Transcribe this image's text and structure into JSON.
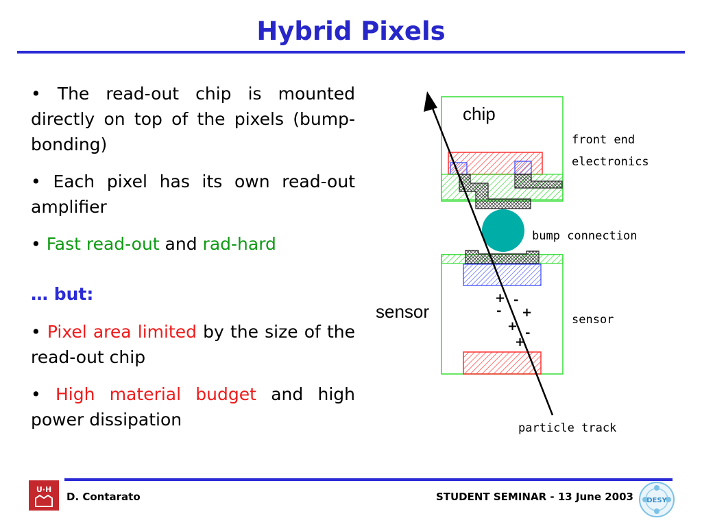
{
  "slide": {
    "title": "Hybrid Pixels"
  },
  "bullets": {
    "b1": {
      "dot": "•",
      "text": "The read-out chip is mounted directly on top of the pixels (bump-bonding)"
    },
    "b2": {
      "dot": "•",
      "text": "Each pixel has its own read-out amplifier"
    },
    "b3": {
      "dot": "•",
      "part1": "Fast read-out",
      "part2": " and ",
      "part3": "rad-hard"
    },
    "but_heading": "… but:",
    "b4": {
      "dot": "•",
      "part1": "Pixel area limited",
      "part2": " by the size of the read-out chip"
    },
    "b5": {
      "dot": "•",
      "part1": "High material budget",
      "part2": " and high power dissipation"
    }
  },
  "diagram": {
    "chip_label": "chip",
    "front_end_label_1": "front end",
    "front_end_label_2": "electronics",
    "bump_label": "bump connection",
    "sensor_left_label": "sensor",
    "sensor_right_label": "sensor",
    "track_label": "particle track",
    "charges": [
      "+",
      "-",
      "-",
      "+",
      "+",
      "-",
      "+"
    ]
  },
  "footer": {
    "author": "D. Contarato",
    "seminar": "STUDENT SEMINAR - 13 June 2003",
    "logo_left_text": "U·H",
    "logo_right_text": "DESY"
  },
  "colors": {
    "accent_blue": "#2b2bd6",
    "green": "#0f9a14",
    "red": "#ee1b1b"
  }
}
